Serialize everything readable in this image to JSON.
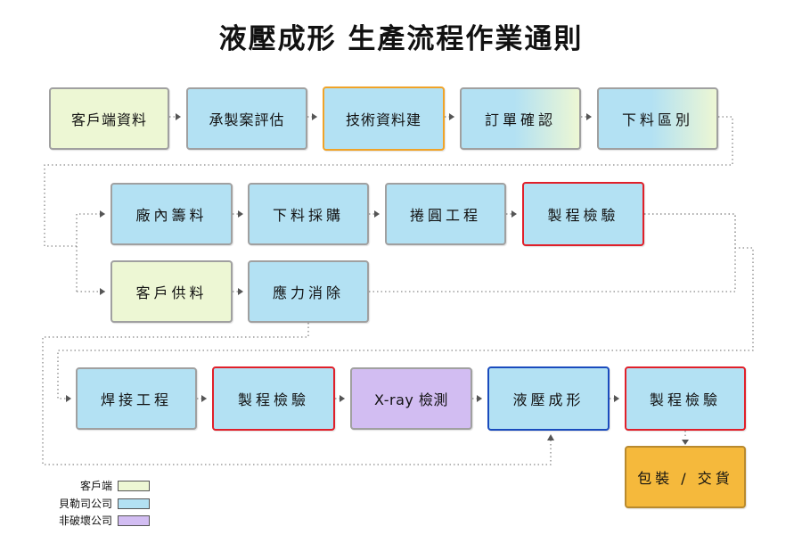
{
  "title": "液壓成形 生產流程作業通則",
  "steps": {
    "s1": "客戶端資料",
    "s2": "承製案評估",
    "s3": "技術資料建",
    "s4": "訂單確認",
    "s5": "下料區別",
    "s6": "廠內籌料",
    "s7": "下料採購",
    "s8": "捲圓工程",
    "s9": "製程檢驗",
    "s10": "客戶供料",
    "s11": "應力消除",
    "s12": "焊接工程",
    "s13": "製程檢驗",
    "s14": "X-ray 檢測",
    "s15": "液壓成形",
    "s16": "製程檢驗",
    "s17": "包裝 / 交貨"
  },
  "legend": [
    {
      "label": "客戶端",
      "color": "#edf7d4"
    },
    {
      "label": "貝勒司公司",
      "color": "#b3e1f3"
    },
    {
      "label": "非破壞公司",
      "color": "#d2bdf2"
    }
  ],
  "colors": {
    "client": "#edf7d4",
    "vendor": "#b3e1f3",
    "ndt": "#d2bdf2",
    "highlight_orange": "#f0a328",
    "highlight_red": "#e0202a",
    "highlight_blue": "#1a4bbd",
    "final": "#f5b93c"
  }
}
